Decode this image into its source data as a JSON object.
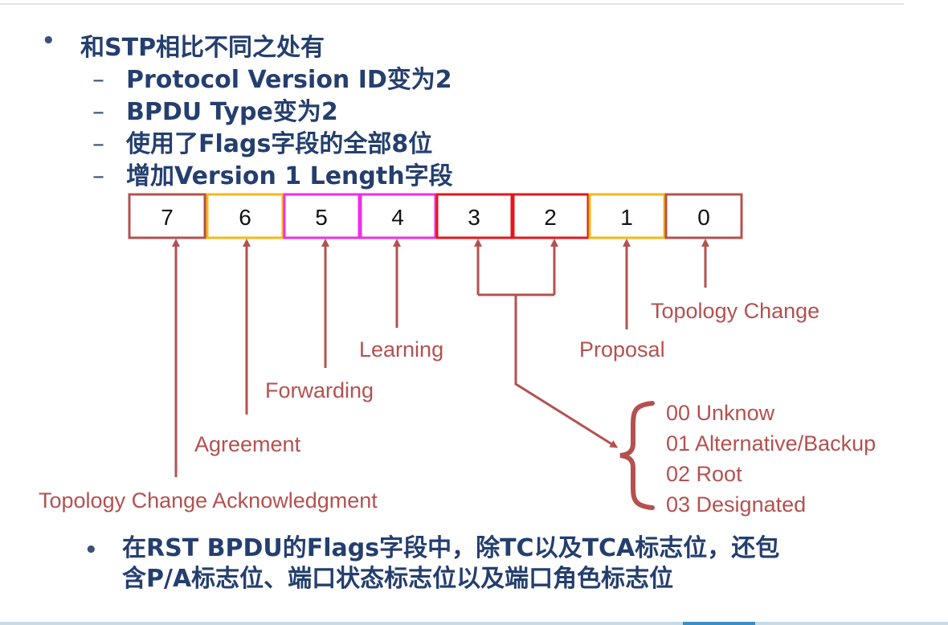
{
  "heading": {
    "bullet": "•",
    "title": "和STP相比不同之处有",
    "items": [
      {
        "dash": "–",
        "text": "Protocol Version ID变为2"
      },
      {
        "dash": "–",
        "text": "BPDU Type变为2"
      },
      {
        "dash": "–",
        "text": "使用了Flags字段的全部8位"
      },
      {
        "dash": "–",
        "text": "增加Version 1 Length字段"
      }
    ]
  },
  "flags": {
    "bits": [
      {
        "label": "7",
        "color": "#b4514f"
      },
      {
        "label": "6",
        "color": "#f5b816"
      },
      {
        "label": "5",
        "color": "#ee2ee6"
      },
      {
        "label": "4",
        "color": "#ee2ee6"
      },
      {
        "label": "3",
        "color": "#e8141b"
      },
      {
        "label": "2",
        "color": "#e8141b"
      },
      {
        "label": "1",
        "color": "#f5b816"
      },
      {
        "label": "0",
        "color": "#b4514f"
      }
    ],
    "labels": {
      "bit7": "Topology Change Acknowledgment",
      "bit6": "Agreement",
      "bit5": "Forwarding",
      "bit4": "Learning",
      "bit1": "Proposal",
      "bit0": "Topology Change"
    },
    "port_role": {
      "values": [
        "00 Unknow",
        "01 Alternative/Backup",
        "02 Root",
        "03 Designated"
      ]
    },
    "arrow_color": "#b4514f"
  },
  "footer": {
    "bullet": "•",
    "lines": [
      "在RST BPDU的Flags字段中，除TC以及TCA标志位，还包",
      "含P/A标志位、端口状态标志位以及端口角色标志位"
    ]
  }
}
